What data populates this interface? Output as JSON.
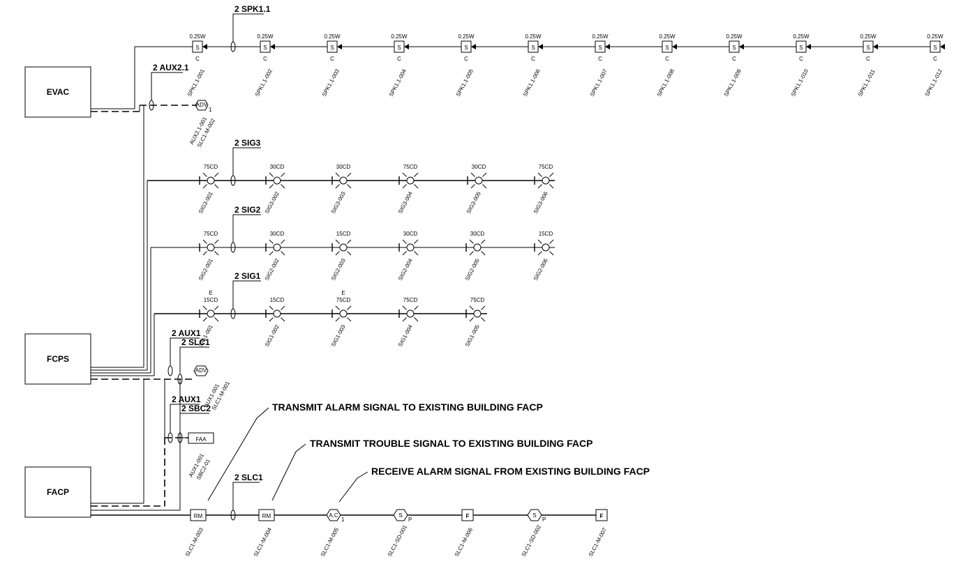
{
  "panels": {
    "evac": "EVAC",
    "fcps": "FCPS",
    "facp": "FACP"
  },
  "circuits": {
    "spk": "2 SPK1.1",
    "aux21": "2 AUX2.1",
    "sig3": "2 SIG3",
    "sig2": "2 SIG2",
    "sig1": "2 SIG1",
    "aux1a": "2 AUX1",
    "slc1a": "2 SLC1",
    "aux1b": "2 AUX1",
    "sbc2": "2 SBC2",
    "slc1b": "2 SLC1"
  },
  "speakers": {
    "wattage": "0.25W",
    "mark": "S",
    "sub": "C",
    "ids": [
      "SPK1.1-001",
      "SPK1.1-002",
      "SPK1.1-003",
      "SPK1.1-004",
      "SPK1.1-005",
      "SPK1.1-006",
      "SPK1.1-007",
      "SPK1.1-008",
      "SPK1.1-009",
      "SPK1.1-010",
      "SPK1.1-011",
      "SPK1.1-012"
    ]
  },
  "evac_relay": {
    "mark": "ADV",
    "num": "1",
    "labels": [
      "AUX2.1-001",
      "SLC1-M-002"
    ]
  },
  "sig3": {
    "cd": [
      "75CD",
      "30CD",
      "30CD",
      "75CD",
      "30CD",
      "75CD"
    ],
    "ids": [
      "SIG3-001",
      "SIG3-002",
      "SIG3-003",
      "SIG3-004",
      "SIG3-005",
      "SIG3-006"
    ]
  },
  "sig2": {
    "cd": [
      "75CD",
      "30CD",
      "15CD",
      "30CD",
      "30CD",
      "15CD"
    ],
    "ids": [
      "SIG2-001",
      "SIG2-002",
      "SIG2-003",
      "SIG2-004",
      "SIG2-005",
      "SIG2-006"
    ]
  },
  "sig1": {
    "cd": [
      "15CD",
      "15CD",
      "75CD",
      "75CD",
      "75CD"
    ],
    "ext": [
      "E",
      "",
      "E",
      "",
      ""
    ],
    "ids": [
      "SIG1-001",
      "SIG1-002",
      "SIG1-003",
      "SIG1-004",
      "SIG1-005"
    ]
  },
  "fcps_relay": {
    "mark": "ADV",
    "labels": [
      "AUX1-001",
      "SLC1-M-001"
    ]
  },
  "faa": {
    "mark": "FAA",
    "labels": [
      "AUX1-001",
      "SBC2-01"
    ]
  },
  "annotations": {
    "alarm": "TRANSMIT ALARM SIGNAL TO EXISTING BUILDING FACP",
    "trouble": "TRANSMIT TROUBLE SIGNAL TO EXISTING BUILDING FACP",
    "receive": "RECEIVE ALARM SIGNAL FROM EXISTING BUILDING FACP"
  },
  "slc": {
    "devices": [
      {
        "mark": "RM",
        "sub": ""
      },
      {
        "mark": "RM",
        "sub": ""
      },
      {
        "mark": "A.C",
        "sub": "1"
      },
      {
        "mark": "S",
        "sub": "P"
      },
      {
        "mark": "F",
        "sub": ""
      },
      {
        "mark": "S",
        "sub": "P"
      },
      {
        "mark": "F",
        "sub": ""
      }
    ],
    "ids": [
      "SLC1-M-003",
      "SLC1-M-004",
      "SLC1-M-005",
      "SLC1-SD-001",
      "SLC1-M-006",
      "SLC1-SD-002",
      "SLC1-M-007"
    ]
  }
}
